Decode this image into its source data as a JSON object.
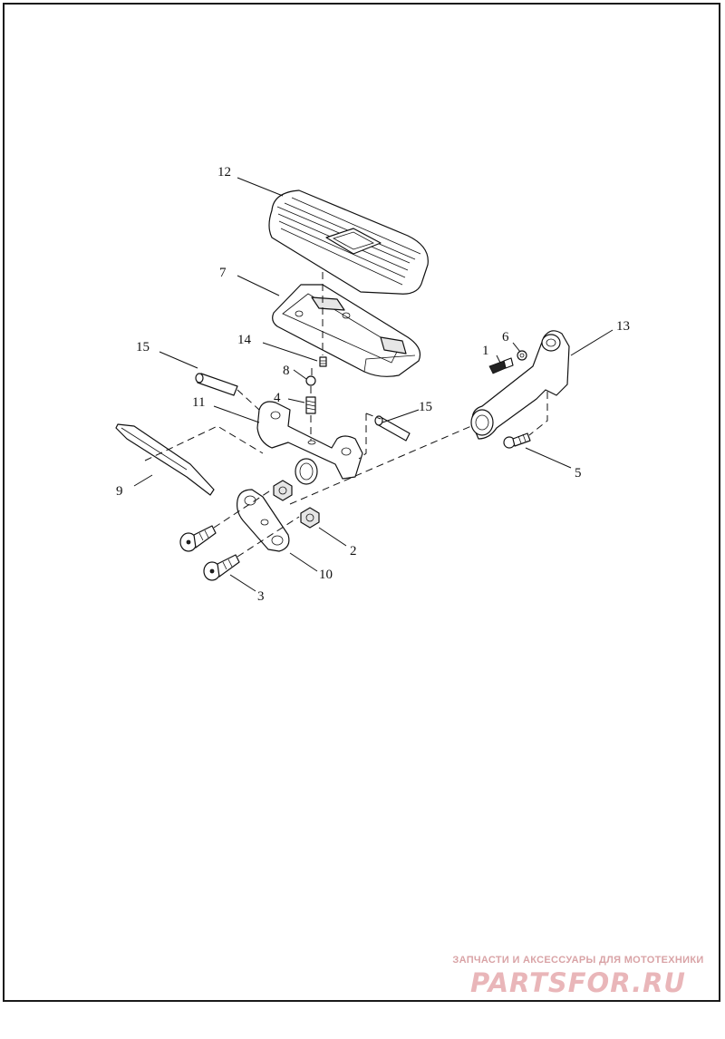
{
  "diagram": {
    "callouts": {
      "n1": "1",
      "n2": "2",
      "n3": "3",
      "n4": "4",
      "n5": "5",
      "n6": "6",
      "n7": "7",
      "n8": "8",
      "n9": "9",
      "n10": "10",
      "n11": "11",
      "n12": "12",
      "n13": "13",
      "n14": "14",
      "n15a": "15",
      "n15b": "15"
    }
  },
  "watermark": {
    "caption": "ЗАПЧАСТИ И АКСЕССУАРЫ ДЛЯ МОТОТЕХНИКИ",
    "brand": "PARTSFOR.RU",
    "color": "#e9b6b9"
  },
  "colors": {
    "line": "#111111",
    "background": "#ffffff"
  }
}
